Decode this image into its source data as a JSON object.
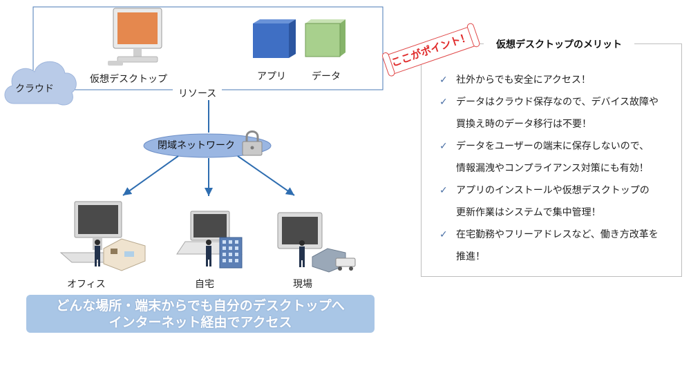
{
  "cloud": {
    "label": "クラウド"
  },
  "resources": {
    "label": "リソース",
    "virtual_desktop": "仮想デスクトップ",
    "app": "アプリ",
    "data": "データ"
  },
  "network": {
    "label": "閉域ネットワーク"
  },
  "locations": [
    {
      "label": "オフィス"
    },
    {
      "label": "自宅"
    },
    {
      "label": "現場"
    }
  ],
  "banner": {
    "line1": "どんな場所・端末からでも自分のデスクトップへ",
    "line2": "インターネット経由でアクセス"
  },
  "point_tag": "ここがポイント！",
  "merits": {
    "title": "仮想デスクトップのメリット",
    "items": [
      {
        "lines": [
          "社外からでも安全にアクセス！"
        ]
      },
      {
        "lines": [
          "データはクラウド保存なので、デバイス故障や",
          "買換え時のデータ移行は不要！"
        ]
      },
      {
        "lines": [
          "データをユーザーの端末に保存しないので、",
          "情報漏洩やコンプライアンス対策にも有効！"
        ]
      },
      {
        "lines": [
          "アプリのインストールや仮想デスクトップの",
          "更新作業はシステムで集中管理！"
        ]
      },
      {
        "lines": [
          "在宅勤務やフリーアドレスなど、働き方改革を",
          "推進！"
        ]
      }
    ]
  },
  "colors": {
    "frame_blue": "#4a78b5",
    "app_cube": "#3f6fc4",
    "data_cube": "#a8d08d",
    "monitor_orange": "#e5884e",
    "network_oval": "#9ab6e2",
    "banner": "#a9c6e6",
    "tag_red": "#e04848",
    "check": "#4a6fa5"
  }
}
